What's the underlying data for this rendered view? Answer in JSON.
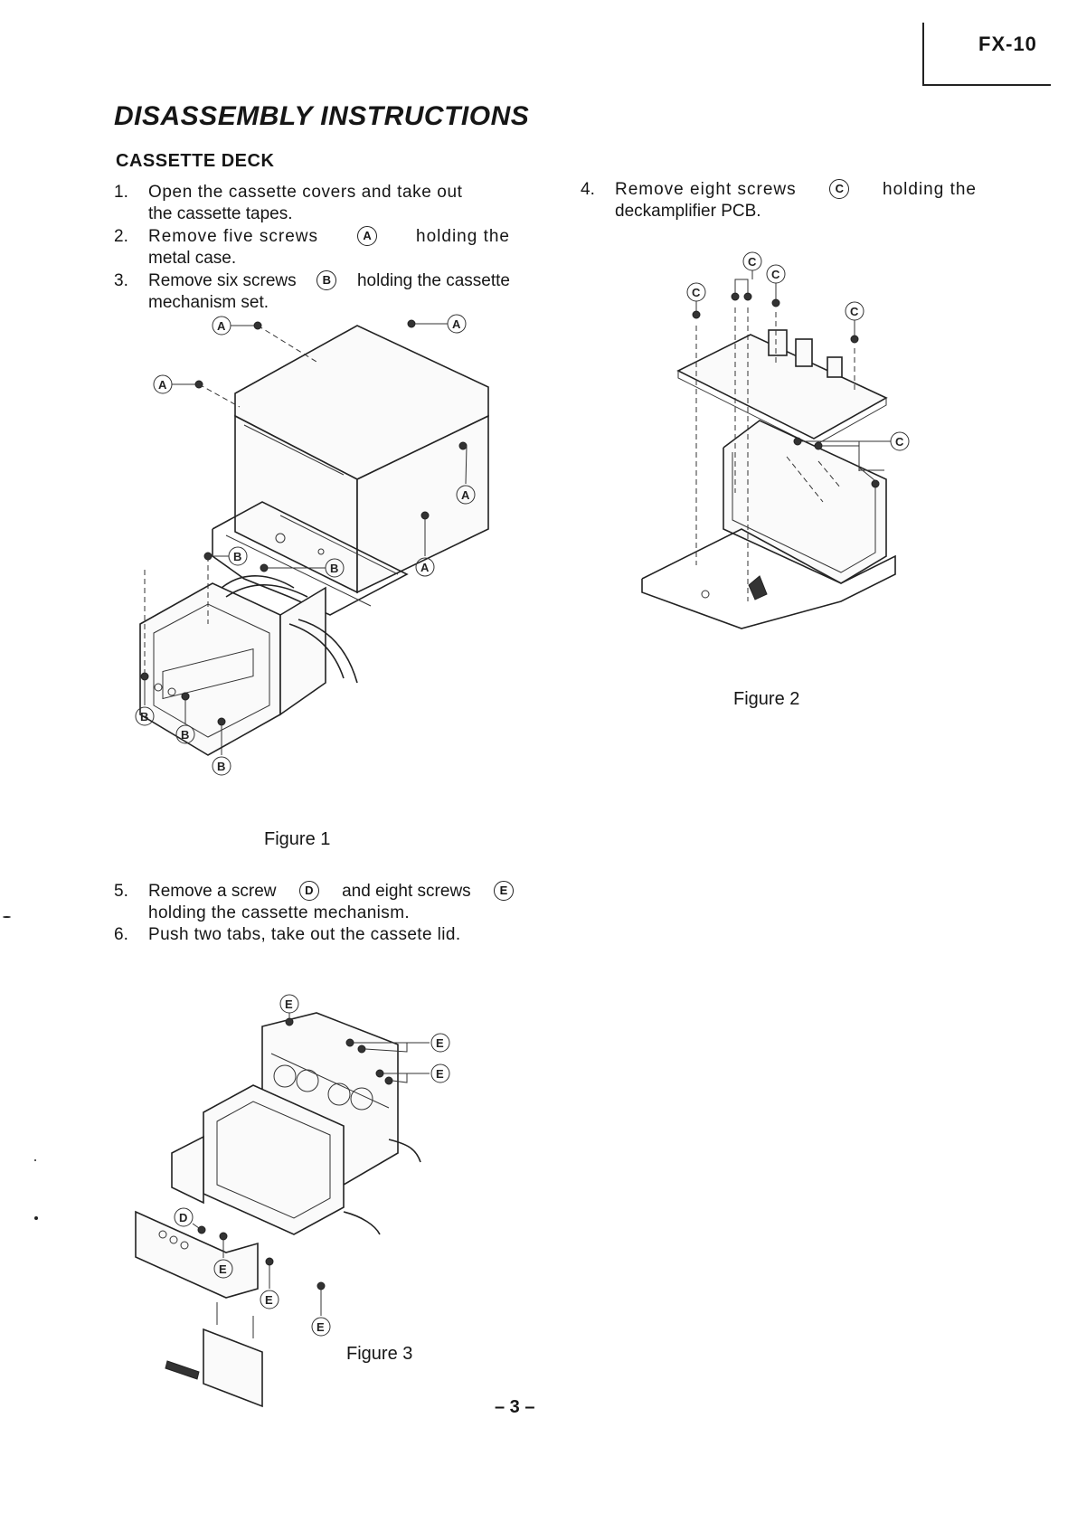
{
  "header": {
    "model": "FX-10"
  },
  "title": "DISASSEMBLY INSTRUCTIONS",
  "section": "CASSETTE DECK",
  "steps": [
    {
      "number": "1.",
      "line1": "Open the cassette covers and take out",
      "line2": "the cassette tapes."
    },
    {
      "number": "2.",
      "pre": "Remove five screws",
      "mark": "A",
      "post": "holding the",
      "line2": "metal case."
    },
    {
      "number": "3.",
      "pre": "Remove six screws",
      "mark": "B",
      "post": "holding the cassette",
      "line2": "mechanism set."
    },
    {
      "number": "4.",
      "pre": "Remove eight screws",
      "mark": "C",
      "post": "holding the",
      "line2": "deckamplifier PCB."
    },
    {
      "number": "5.",
      "pre": "Remove a screw",
      "mark": "D",
      "mid": "and eight screws",
      "mark2": "E",
      "line2": "holding the cassette mechanism."
    },
    {
      "number": "6.",
      "line1": "Push two tabs, take out the cassete lid."
    }
  ],
  "figures": {
    "fig1": {
      "caption": "Figure 1",
      "labels": [
        "A",
        "A",
        "A",
        "A",
        "A",
        "B",
        "B",
        "B",
        "B",
        "B"
      ]
    },
    "fig2": {
      "caption": "Figure 2",
      "labels": [
        "C",
        "C",
        "C",
        "C",
        "C"
      ]
    },
    "fig3": {
      "caption": "Figure 3",
      "labels": [
        "E",
        "E",
        "E",
        "D",
        "E",
        "E",
        "E"
      ]
    }
  },
  "footer": {
    "page": "– 3 –"
  },
  "colors": {
    "ink": "#161616",
    "paper": "#ffffff"
  }
}
